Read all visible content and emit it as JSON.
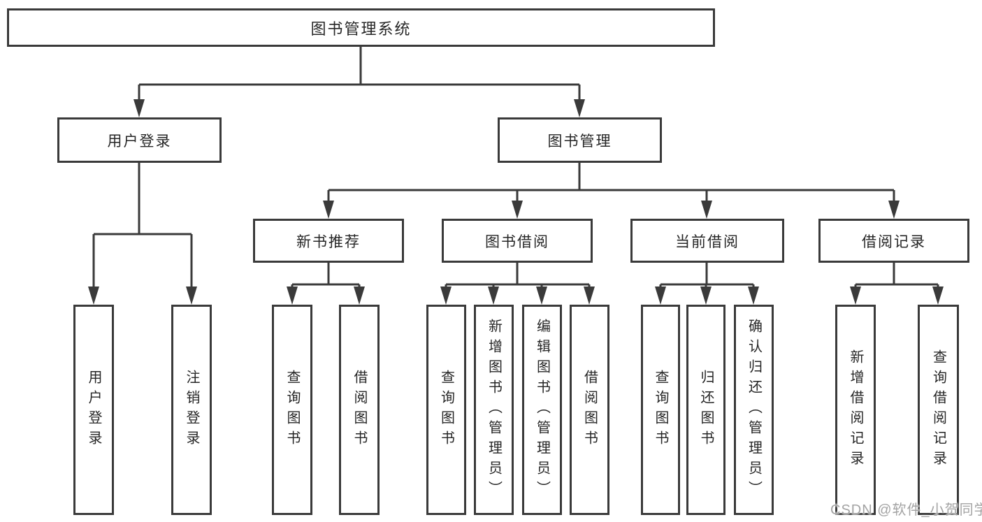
{
  "tree": {
    "label": "图书管理系统",
    "children": [
      {
        "label": "用户登录",
        "children": [
          {
            "label": "用户登录"
          },
          {
            "label": "注销登录"
          }
        ]
      },
      {
        "label": "图书管理",
        "children": [
          {
            "label": "新书推荐",
            "children": [
              {
                "label": "查询图书"
              },
              {
                "label": "借阅图书"
              }
            ]
          },
          {
            "label": "图书借阅",
            "children": [
              {
                "label": "查询图书"
              },
              {
                "label": "新增图书（管理员）"
              },
              {
                "label": "编辑图书（管理员）"
              },
              {
                "label": "借阅图书"
              }
            ]
          },
          {
            "label": "当前借阅",
            "children": [
              {
                "label": "查询图书"
              },
              {
                "label": "归还图书"
              },
              {
                "label": "确认归还（管理员）"
              }
            ]
          },
          {
            "label": "借阅记录",
            "children": [
              {
                "label": "新增借阅记录"
              },
              {
                "label": "查询借阅记录"
              }
            ]
          }
        ]
      }
    ]
  },
  "watermark": {
    "text": "CSDN @软件_小贺同学"
  },
  "colors": {
    "line": "#3a3a3a",
    "text": "#262626",
    "background": "#ffffff",
    "watermark": "#a3a3a3"
  }
}
